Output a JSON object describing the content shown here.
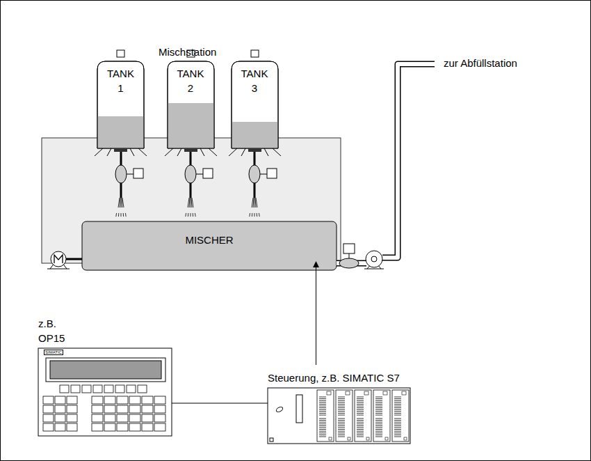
{
  "diagram": {
    "nodes": [
      {
        "text": [
          "TANK 1"
        ]
      },
      {
        "text": [
          "TANK 2"
        ]
      },
      {
        "text": [
          "TANK 3"
        ]
      },
      {
        "text": [
          "MISCHER"
        ]
      },
      {
        "text": [
          "z.B. OP15"
        ]
      },
      {
        "text": [
          "Steuerung, z.B. SIMATIC S7"
        ]
      }
    ],
    "edges": [
      {
        "from": 4,
        "to": 5,
        "arrow": "none"
      },
      {
        "from": 5,
        "to": 3,
        "arrow": "to"
      }
    ],
    "labels": [
      "Mischstation",
      "zur Abfüllstation",
      "SIMATIC"
    ]
  }
}
